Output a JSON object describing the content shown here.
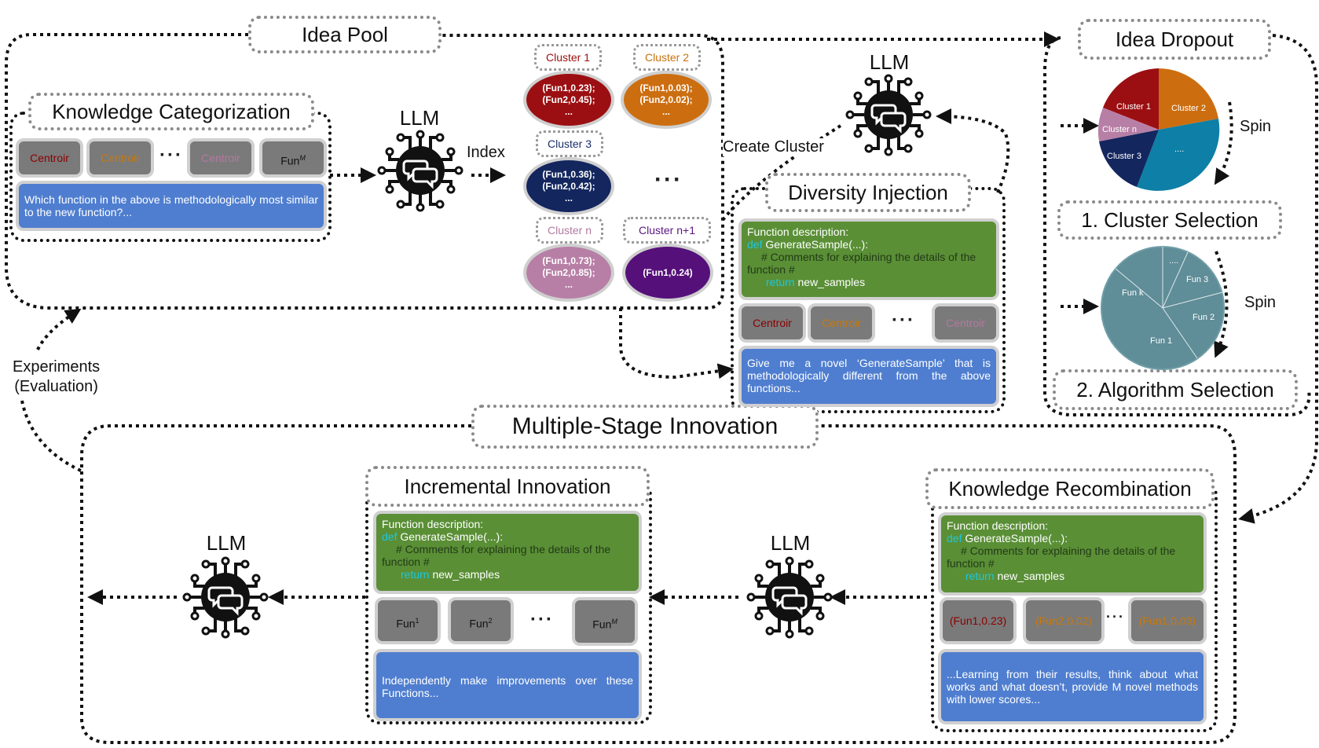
{
  "titles": {
    "idea_pool": "Idea Pool",
    "idea_dropout": "Idea Dropout",
    "knowledge_categorization": "Knowledge Categorization",
    "diversity_injection": "Diversity Injection",
    "cluster_selection": "1. Cluster Selection",
    "algorithm_selection": "2. Algorithm Selection",
    "multi_stage": "Multiple-Stage Innovation",
    "incremental": "Incremental Innovation",
    "recombination": "Knowledge Recombination"
  },
  "llm_label": "LLM",
  "labels": {
    "index": "Index",
    "create_cluster": "Create Cluster",
    "experiments": "Experiments",
    "evaluation": "(Evaluation)",
    "spin": "Spin"
  },
  "ellipsis": "···",
  "knowledge_categorization": {
    "chips": [
      {
        "text": "Centroir",
        "color": "#8b0000"
      },
      {
        "text": "Centroir",
        "color": "#c8780c"
      },
      {
        "text": "Centroir",
        "color": "#b07aa0"
      },
      {
        "text": "Fun",
        "sup": "M",
        "color": "#111111"
      }
    ],
    "prompt": "Which function in the above is methodologically most similar to the new function?..."
  },
  "clusters": [
    {
      "tag": "Cluster 1",
      "tag_color": "#a01010",
      "content": "(Fun1,0.23);\n(Fun2,0.45);\n...",
      "fill": "#9b0f12"
    },
    {
      "tag": "Cluster 2",
      "tag_color": "#c8700c",
      "content": "(Fun1,0.03);\n(Fun2,0.02);\n...",
      "fill": "#cc6e10"
    },
    {
      "tag": "Cluster 3",
      "tag_color": "#1a2f6a",
      "content": "(Fun1,0.36);\n(Fun2,0.42);\n...",
      "fill": "#13265e"
    },
    {
      "tag": "Cluster n",
      "tag_color": "#b07aa0",
      "content": "(Fun1,0.73);\n(Fun2,0.85);\n...",
      "fill": "#b77fa6"
    },
    {
      "tag": "Cluster n+1",
      "tag_color": "#5a1585",
      "content": "(Fun1,0.24)",
      "fill": "#56107a"
    }
  ],
  "cluster_ellipsis": "···",
  "code": {
    "desc": "Function description:",
    "def_kw": "def",
    "def_rest": "GenerateSample(...):",
    "comment1": "# Comments for explaining the details of the",
    "comment2": "function #",
    "ret_kw": "return",
    "ret_rest": "new_samples"
  },
  "diversity_injection": {
    "chips": [
      {
        "text": "Centroir",
        "color": "#8b0000"
      },
      {
        "text": "Centroir",
        "color": "#c8780c"
      },
      {
        "text": "Centroir",
        "color": "#b07aa0"
      }
    ],
    "prompt": "Give me a novel ‘GenerateSample’ that is methodologically different from the above functions..."
  },
  "incremental": {
    "chips": [
      {
        "text": "Fun",
        "sup": "1"
      },
      {
        "text": "Fun",
        "sup": "2"
      },
      {
        "text": "Fun",
        "sup": "M"
      }
    ],
    "prompt": "Independently make improvements over these Functions..."
  },
  "recombination": {
    "chips": [
      {
        "text": "(Fun1,0.23)",
        "color": "#8b0000"
      },
      {
        "text": "(Fun2,0.02)",
        "color": "#c8780c"
      },
      {
        "text": "(Fun1,0.03)",
        "color": "#c8780c"
      }
    ],
    "prompt": "...Learning from their results, think about what works and what doesn’t, provide M novel methods with lower scores..."
  },
  "pie1": {
    "slices": [
      {
        "label": "Cluster 1",
        "color": "#9b0f12"
      },
      {
        "label": "Cluster 2",
        "color": "#cc6e10"
      },
      {
        "label": "....",
        "color": "#0e7fa6"
      },
      {
        "label": "Cluster 3",
        "color": "#13265e"
      },
      {
        "label": "Cluster n",
        "color": "#b77fa6"
      }
    ]
  },
  "pie2": {
    "slices": [
      {
        "label": "....",
        "color": "#5f8d98"
      },
      {
        "label": "Fun 3",
        "color": "#5f8d98"
      },
      {
        "label": "Fun 2",
        "color": "#5f8d98"
      },
      {
        "label": "Fun 1",
        "color": "#5f8d98"
      },
      {
        "label": "Fun k",
        "color": "#5f8d98"
      }
    ]
  },
  "colors": {
    "green_panel": "#5a8f36",
    "blue_panel": "#4f7ed0",
    "chip_gray": "#7a7a7a",
    "keyword": "#1cc7e0"
  }
}
